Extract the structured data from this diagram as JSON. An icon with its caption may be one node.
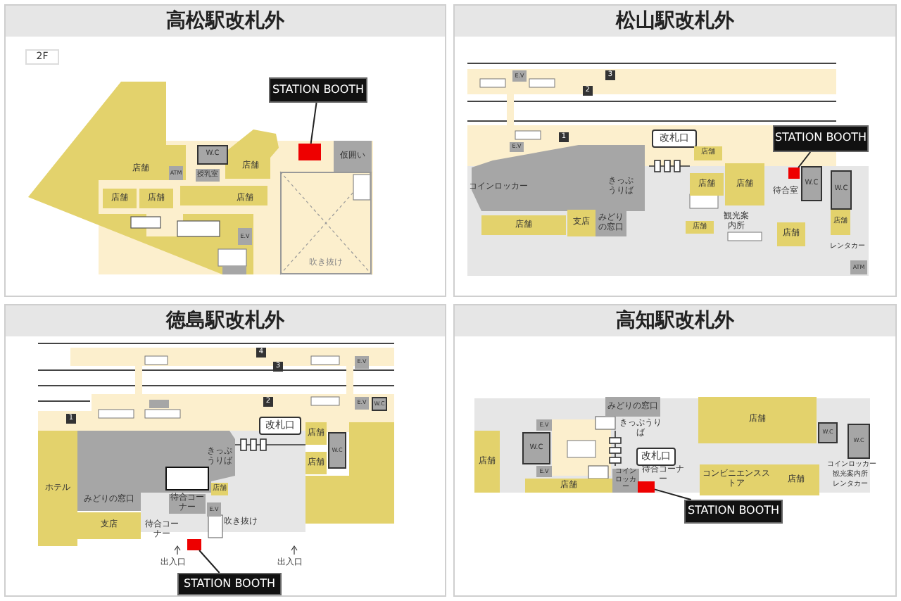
{
  "diagram": {
    "nodes": [
      {
        "text": [
          "高松駅改札外"
        ]
      },
      {
        "text": [
          "2F"
        ],
        "in": 0
      },
      {
        "text": [
          "店舗"
        ],
        "in": 0
      },
      {
        "text": [
          "ATM"
        ],
        "in": 0
      },
      {
        "text": [
          "W.C"
        ],
        "in": 0
      },
      {
        "text": [
          "授乳室"
        ],
        "in": 0
      },
      {
        "text": [
          "店舗"
        ],
        "in": 0
      },
      {
        "text": [
          "店舗"
        ],
        "in": 0
      },
      {
        "text": [
          "店舗"
        ],
        "in": 0
      },
      {
        "text": [
          "店舗"
        ],
        "in": 0
      },
      {
        "text": [
          "E.V"
        ],
        "in": 0
      },
      {
        "text": [
          "仮囲い"
        ],
        "in": 0
      },
      {
        "text": [
          "吹き抜け"
        ],
        "in": 0
      },
      {
        "text": [],
        "shape": "box",
        "in": 0
      },
      {
        "text": [
          "STATION BOOTH"
        ],
        "in": 0
      },
      {
        "text": [
          "松山駅改札外"
        ]
      },
      {
        "text": [
          "3"
        ],
        "in": 15
      },
      {
        "text": [
          "2"
        ],
        "in": 15
      },
      {
        "text": [
          "1"
        ],
        "in": 15
      },
      {
        "text": [
          "E.V"
        ],
        "in": 15
      },
      {
        "text": [
          "E.V"
        ],
        "in": 15
      },
      {
        "text": [
          "コインロッカー"
        ],
        "in": 15
      },
      {
        "text": [
          "きっぷうりば"
        ],
        "in": 15
      },
      {
        "text": [
          "改札口"
        ],
        "in": 15
      },
      {
        "text": [
          "店舗"
        ],
        "in": 15
      },
      {
        "text": [
          "店舗"
        ],
        "in": 15
      },
      {
        "text": [
          "店舗"
        ],
        "in": 15
      },
      {
        "text": [
          "待合室"
        ],
        "in": 15
      },
      {
        "text": [
          "W.C"
        ],
        "in": 15
      },
      {
        "text": [
          "W.C"
        ],
        "in": 15
      },
      {
        "text": [],
        "shape": "box",
        "in": 15
      },
      {
        "text": [
          "STATION BOOTH"
        ],
        "in": 15
      },
      {
        "text": [
          "店舗"
        ],
        "in": 15
      },
      {
        "text": [
          "支店"
        ],
        "in": 15
      },
      {
        "text": [
          "みどりの窓口"
        ],
        "in": 15
      },
      {
        "text": [
          "店舗"
        ],
        "in": 15
      },
      {
        "text": [
          "観光案内所"
        ],
        "in": 15
      },
      {
        "text": [
          "店舗"
        ],
        "in": 15
      },
      {
        "text": [
          "店舗"
        ],
        "in": 15
      },
      {
        "text": [
          "レンタカー"
        ],
        "in": 15
      },
      {
        "text": [
          "ATM"
        ],
        "in": 15
      },
      {
        "text": [
          "徳島駅改札外"
        ]
      },
      {
        "text": [
          "4"
        ],
        "in": 41
      },
      {
        "text": [
          "3"
        ],
        "in": 41
      },
      {
        "text": [
          "2"
        ],
        "in": 41
      },
      {
        "text": [
          "1"
        ],
        "in": 41
      },
      {
        "text": [
          "E.V"
        ],
        "in": 41
      },
      {
        "text": [
          "E.V"
        ],
        "in": 41
      },
      {
        "text": [
          "W.C"
        ],
        "in": 41
      },
      {
        "text": [
          "きっぷうりば"
        ],
        "in": 41
      },
      {
        "text": [
          "改札口"
        ],
        "in": 41
      },
      {
        "text": [],
        "shape": "box",
        "in": 41
      },
      {
        "text": [
          "店舗"
        ],
        "in": 41
      },
      {
        "text": [
          "W.C"
        ],
        "in": 41
      },
      {
        "text": [
          "店舗"
        ],
        "in": 41
      },
      {
        "text": [
          "ホテル"
        ],
        "in": 41
      },
      {
        "text": [
          "みどりの窓口"
        ],
        "in": 41
      },
      {
        "text": [
          "支店"
        ],
        "in": 41
      },
      {
        "text": [
          "店舗"
        ],
        "in": 41
      },
      {
        "text": [
          "待合コーナー"
        ],
        "in": 41
      },
      {
        "text": [
          "E.V"
        ],
        "in": 41
      },
      {
        "text": [
          "吹き抜け"
        ],
        "in": 41
      },
      {
        "text": [
          "待合コーナー"
        ],
        "in": 41
      },
      {
        "text": [],
        "shape": "box",
        "in": 41
      },
      {
        "text": [
          "STATION BOOTH"
        ],
        "in": 41
      },
      {
        "text": [
          "高知駅改札外"
        ]
      },
      {
        "text": [
          "店舗"
        ],
        "in": 65
      },
      {
        "text": [
          "E.V"
        ],
        "in": 65
      },
      {
        "text": [
          "W.C"
        ],
        "in": 65
      },
      {
        "text": [
          "E.V"
        ],
        "in": 65
      },
      {
        "text": [
          "みどりの窓口"
        ],
        "in": 65
      },
      {
        "text": [
          "きっぷうりば"
        ],
        "in": 65
      },
      {
        "text": [
          "改札口"
        ],
        "in": 65
      },
      {
        "text": [
          "コインロッカー"
        ],
        "in": 65
      },
      {
        "text": [
          "待合コーナー"
        ],
        "in": 65
      },
      {
        "text": [
          "店舗"
        ],
        "in": 65
      },
      {
        "text": [],
        "shape": "box",
        "in": 65
      },
      {
        "text": [
          "STATION BOOTH"
        ],
        "in": 65
      },
      {
        "text": [
          "店舗"
        ],
        "in": 65
      },
      {
        "text": [
          "コンビニエンスストア"
        ],
        "in": 65
      },
      {
        "text": [
          "店舗"
        ],
        "in": 65
      },
      {
        "text": [
          "W.C"
        ],
        "in": 65
      },
      {
        "text": [
          "W.C"
        ],
        "in": 65
      },
      {
        "text": [
          "コインロッカー"
        ],
        "in": 65
      },
      {
        "text": [
          "観光案内所"
        ],
        "in": 65
      },
      {
        "text": [
          "レンタカー"
        ],
        "in": 65
      }
    ],
    "edges": [
      {
        "from": 14,
        "to": 13,
        "arrow": "none"
      },
      {
        "from": 31,
        "to": 30,
        "arrow": "none"
      },
      {
        "from": 64,
        "to": 63,
        "arrow": "none"
      },
      {
        "from": 77,
        "to": 76,
        "arrow": "none"
      }
    ],
    "labels": [
      "出入口",
      "出入口"
    ]
  }
}
